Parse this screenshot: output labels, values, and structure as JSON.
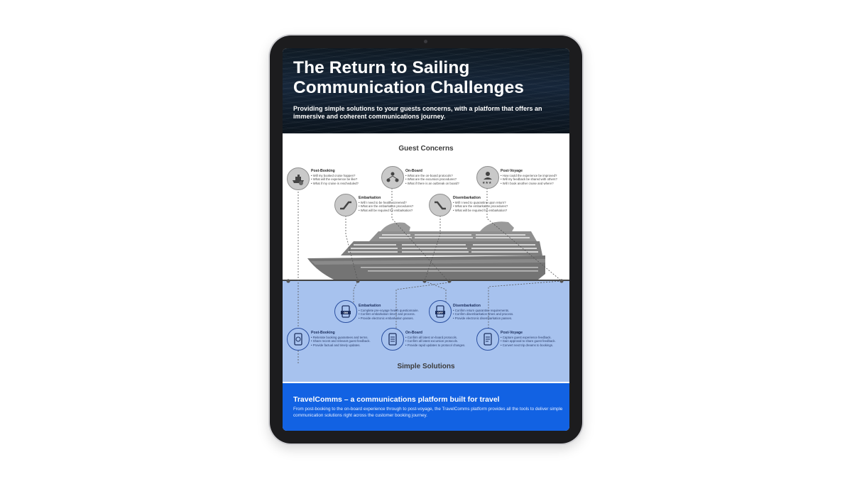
{
  "header": {
    "title_line1": "The Return to Sailing",
    "title_line2": "Communication Challenges",
    "subtitle": "Providing simple solutions to your guests concerns, with a platform that offers an immersive and coherent communications journey."
  },
  "concerns": {
    "title": "Guest Concerns",
    "items": [
      {
        "title": "Post-Booking",
        "points": [
          "Will my booked cruise happen?",
          "What will the experience be like?",
          "What if my cruise is rescheduled?"
        ]
      },
      {
        "title": "On-Board",
        "points": [
          "What are the on-board protocols?",
          "What are the excursion procedures?",
          "What if there is an outbreak on board?"
        ]
      },
      {
        "title": "Post-Voyage",
        "points": [
          "How could the experience be improved?",
          "Will my feedback be shared with others?",
          "Will I book another cruise and where?"
        ]
      },
      {
        "title": "Embarkation",
        "points": [
          "Will I need to be health screened?",
          "What are the embarkation procedures?",
          "What will be required for embarkation?"
        ]
      },
      {
        "title": "Disembarkation",
        "points": [
          "Will I need to quarantine upon return?",
          "What are the embarkation procedures?",
          "What will be required for embarkation?"
        ]
      }
    ]
  },
  "solutions": {
    "title": "Simple Solutions",
    "items": [
      {
        "title": "Embarkation",
        "badge": "ON",
        "points": [
          "Complete pre-voyage health questionnaire.",
          "Confirm embarkation times and process.",
          "Provide electronic embarkation passes."
        ]
      },
      {
        "title": "Disembarkation",
        "badge": "OFF",
        "points": [
          "Confirm return quarantine requirements.",
          "Confirm disembarkation times and process.",
          "Provide electronic disembarkation passes."
        ]
      },
      {
        "title": "Post-Booking",
        "points": [
          "Reiterate booking guarantees and terms.",
          "Share recent and relevant guest feedback.",
          "Provide factual and timely updates."
        ]
      },
      {
        "title": "On-Board",
        "points": [
          "Confirm all latest on-board protocols.",
          "Confirm all latest excursion protocols.",
          "Provide rapid updates to protocol changes."
        ]
      },
      {
        "title": "Post-Voyage",
        "points": [
          "Capture guest experience feedback.",
          "Gain approval to share guest feedback.",
          "Convert next trip dreams to bookings."
        ]
      }
    ]
  },
  "footer": {
    "title": "TravelComms – a communications platform built for travel",
    "text": "From post-booking to the on-board experience through to post-voyage, the TravelComms platform provides all the tools to deliver simple communication solutions right across the customer booking journey."
  },
  "icons": {
    "post_booking": "ship-icon",
    "on_board": "people-network-icon",
    "post_voyage": "rating-person-icon",
    "embarkation": "escalator-up-icon",
    "disembarkation": "escalator-down-icon",
    "solution_phone": "mobile-phone-icon"
  },
  "colors": {
    "sea": "#a7c2ee",
    "footer": "#1262e3",
    "hero": "#13202e"
  }
}
